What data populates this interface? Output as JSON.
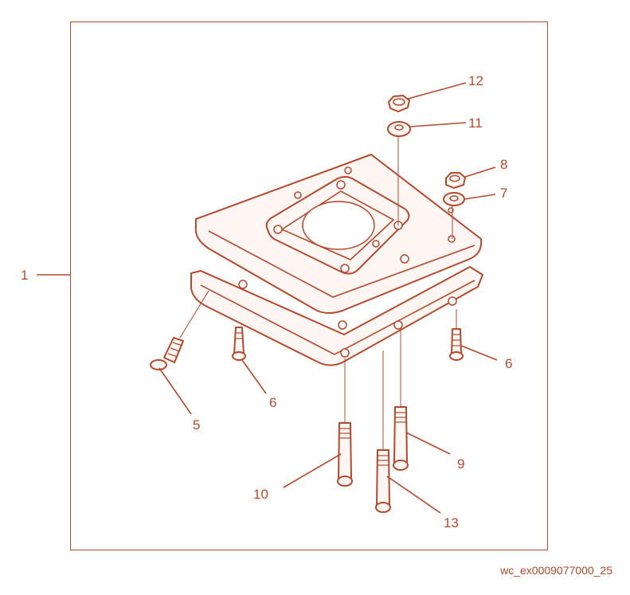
{
  "diagram": {
    "accent_color": "#b5492e",
    "callouts": [
      {
        "id": "1",
        "label": "1"
      },
      {
        "id": "5",
        "label": "5"
      },
      {
        "id": "6a",
        "label": "6"
      },
      {
        "id": "6b",
        "label": "6"
      },
      {
        "id": "7",
        "label": "7"
      },
      {
        "id": "8",
        "label": "8"
      },
      {
        "id": "9",
        "label": "9"
      },
      {
        "id": "10",
        "label": "10"
      },
      {
        "id": "11",
        "label": "11"
      },
      {
        "id": "12",
        "label": "12"
      },
      {
        "id": "13",
        "label": "13"
      }
    ],
    "footer_code": "wc_ex0009077000_25"
  }
}
